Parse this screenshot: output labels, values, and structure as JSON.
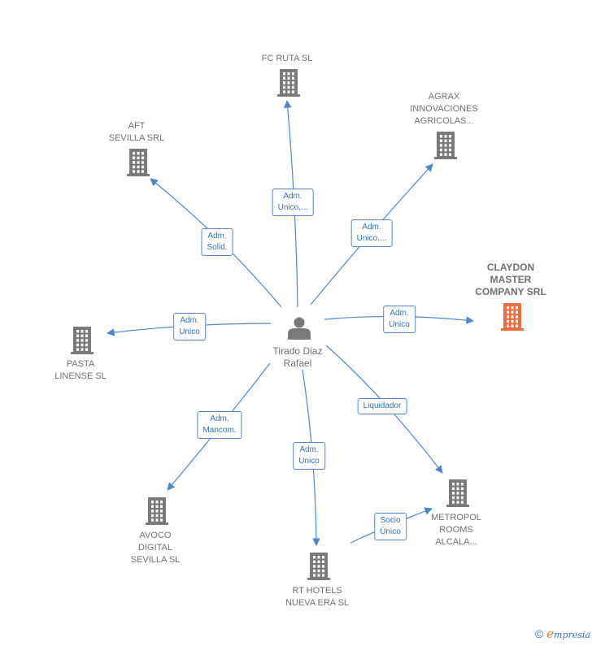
{
  "colors": {
    "edge": "#4a86d4",
    "building": "#7a7a7a",
    "building_highlight": "#f26b3a",
    "person": "#7a7a7a"
  },
  "center": {
    "label": "Tirado Diaz\nRafael",
    "icon": "person-icon"
  },
  "companies": [
    {
      "id": "fc-ruta",
      "label": "FC RUTA  SL",
      "highlight": false
    },
    {
      "id": "agrax",
      "label": "AGRAX\nINNOVACIONES\nAGRICOLAS...",
      "highlight": false
    },
    {
      "id": "aft",
      "label": "AFT\nSEVILLA SRL",
      "highlight": false
    },
    {
      "id": "claydon",
      "label": "CLAYDON\nMASTER\nCOMPANY SRL",
      "highlight": true
    },
    {
      "id": "pasta",
      "label": "PASTA\nLINENSE SL",
      "highlight": false
    },
    {
      "id": "metropol",
      "label": "METROPOL\nROOMS\nALCALA...",
      "highlight": false
    },
    {
      "id": "avoco",
      "label": "AVOCO\nDIGITAL\nSEVILLA  SL",
      "highlight": false
    },
    {
      "id": "rt-hotels",
      "label": "RT HOTELS\nNUEVA ERA SL",
      "highlight": false
    }
  ],
  "relations": [
    {
      "from": "center",
      "to": "fc-ruta",
      "label": "Adm.\nUnico,..."
    },
    {
      "from": "center",
      "to": "agrax",
      "label": "Adm.\nUnico,..."
    },
    {
      "from": "center",
      "to": "aft",
      "label": "Adm.\nSolid."
    },
    {
      "from": "center",
      "to": "claydon",
      "label": "Adm.\nUnico"
    },
    {
      "from": "center",
      "to": "pasta",
      "label": "Adm.\nUnico"
    },
    {
      "from": "center",
      "to": "metropol",
      "label": "Liquidador"
    },
    {
      "from": "center",
      "to": "avoco",
      "label": "Adm.\nMancom."
    },
    {
      "from": "center",
      "to": "rt-hotels",
      "label": "Adm.\nUnico"
    },
    {
      "from": "rt-hotels",
      "to": "metropol",
      "label": "Socio\nÚnico"
    }
  ],
  "footer": {
    "copyright_symbol": "©",
    "brand_initial": "e",
    "brand_rest": "mpresia"
  }
}
